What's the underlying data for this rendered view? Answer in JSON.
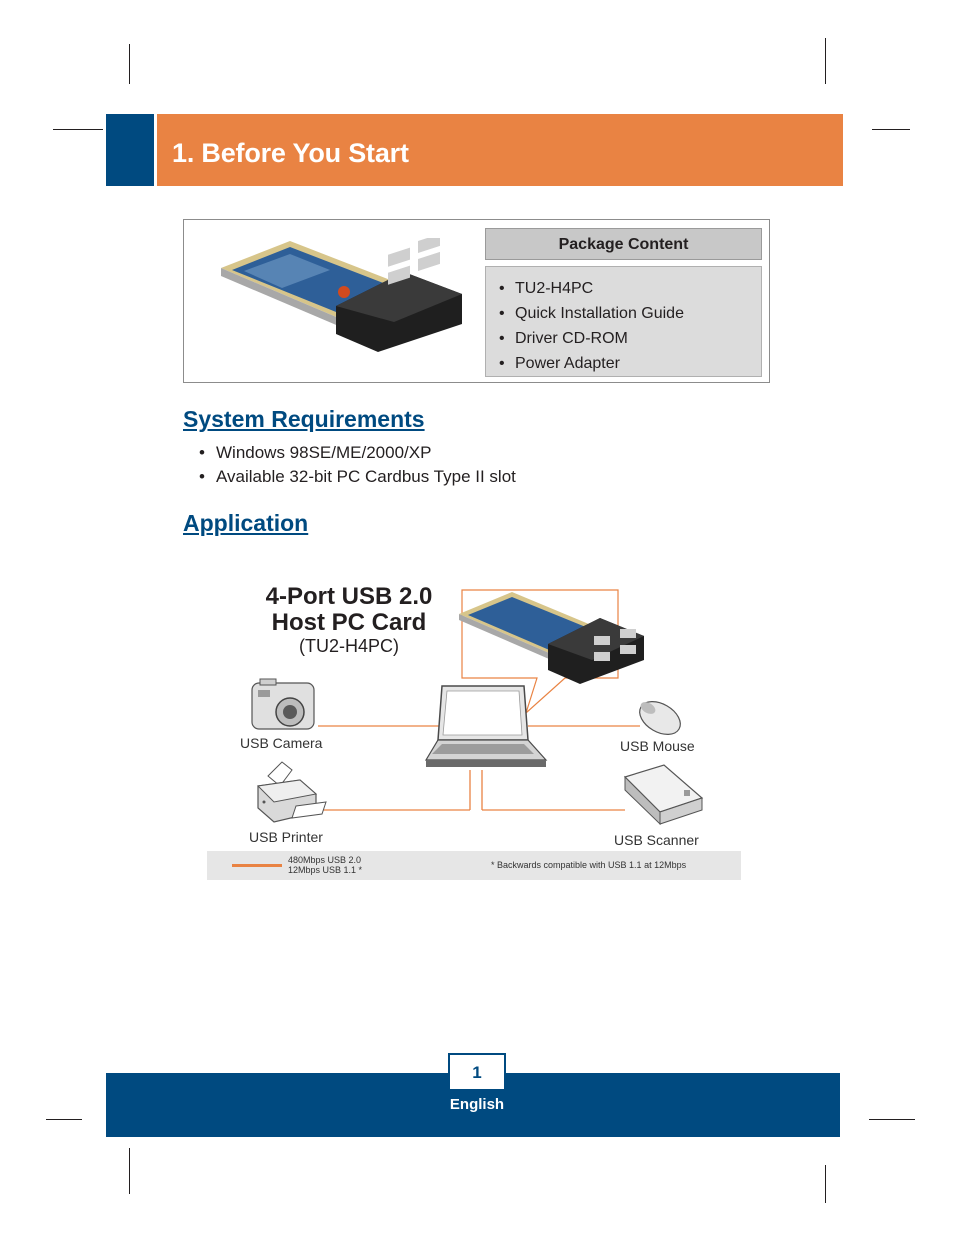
{
  "header": {
    "title": "1. Before You Start"
  },
  "package": {
    "heading": "Package Content",
    "items": [
      "TU2-H4PC",
      "Quick Installation Guide",
      "Driver CD-ROM",
      "Power Adapter"
    ]
  },
  "system_requirements": {
    "heading": "System Requirements",
    "items": [
      "Windows 98SE/ME/2000/XP",
      "Available 32-bit PC Cardbus Type II slot"
    ]
  },
  "application": {
    "heading": "Application",
    "diagram": {
      "title_line1": "4-Port USB 2.0",
      "title_line2": "Host PC Card",
      "model": "(TU2-H4PC)",
      "devices": {
        "camera": "USB Camera",
        "printer": "USB Printer",
        "mouse": "USB Mouse",
        "scanner": "USB Scanner"
      },
      "legend": {
        "line1": "480Mbps USB 2.0",
        "line2": "12Mbps USB 1.1 *",
        "note": "* Backwards compatible with USB 1.1 at 12Mbps",
        "line_color": "#e98343"
      }
    }
  },
  "footer": {
    "page_number": "1",
    "language": "English"
  },
  "colors": {
    "brand_blue": "#004a80",
    "accent_orange": "#e98343"
  }
}
